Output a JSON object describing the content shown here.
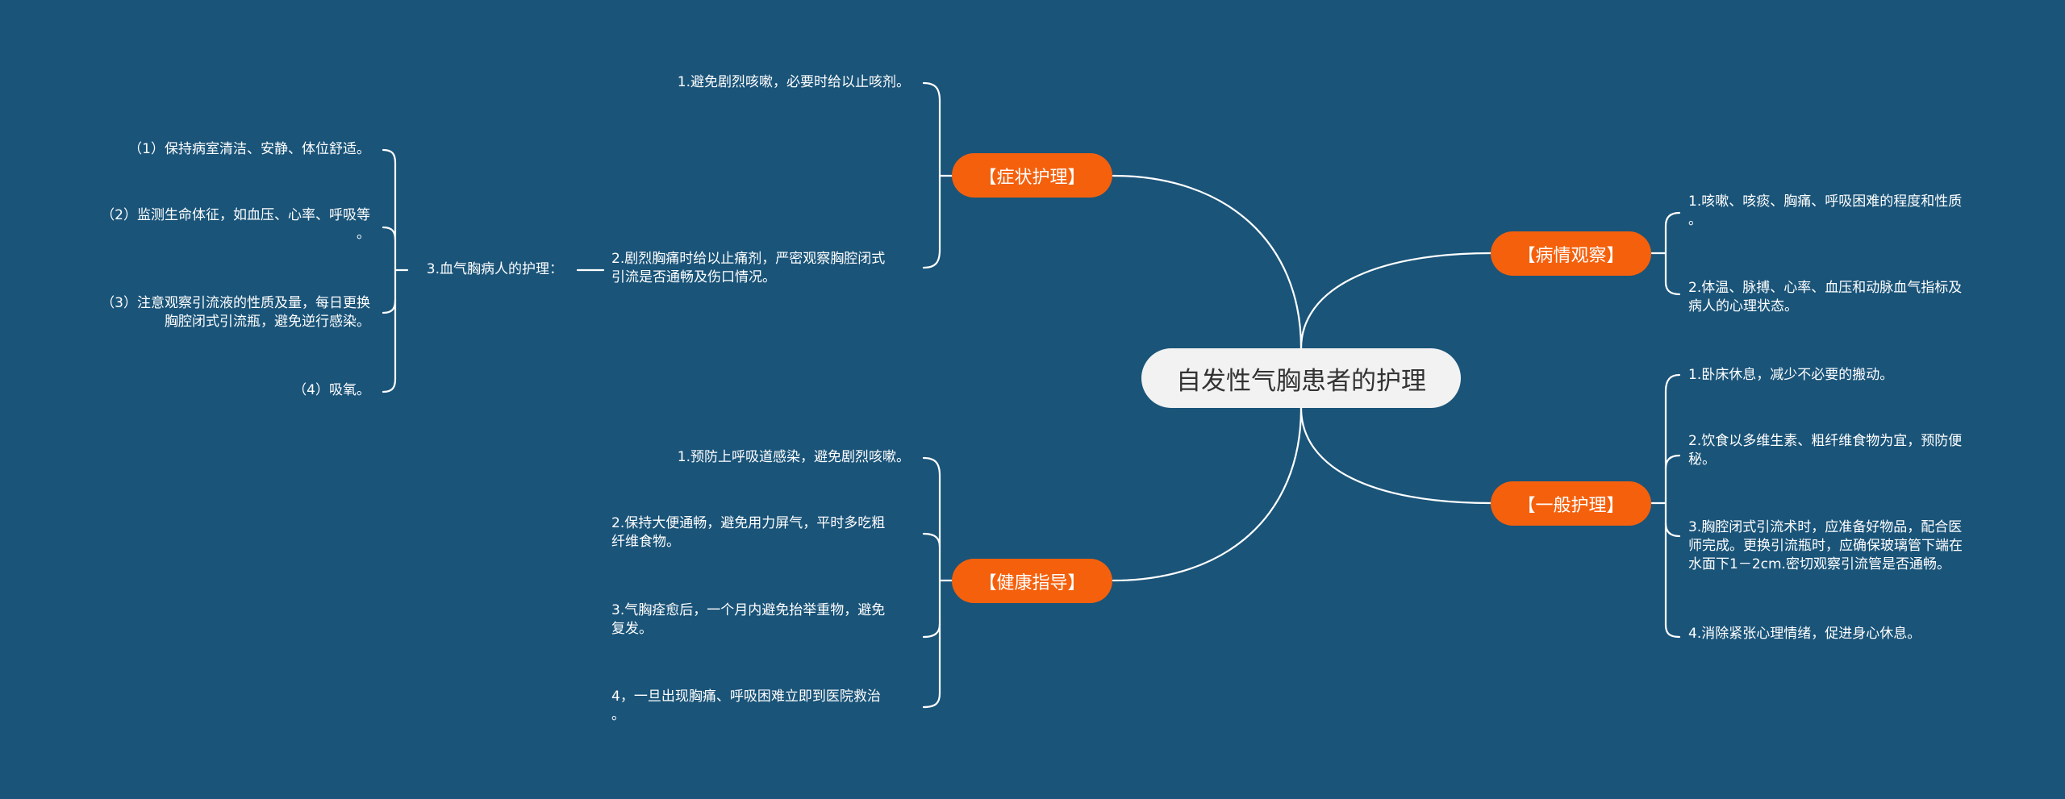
{
  "root": {
    "label": "自发性气胸患者的护理"
  },
  "branches": {
    "symptom": {
      "label": "【症状护理】",
      "items": [
        "1.避免剧烈咳嗽，必要时给以止咳剂。",
        "2.剧烈胸痛时给以止痛剂，严密观察胸腔闭式\n引流是否通畅及伤口情况。",
        "3.血气胸病人的护理："
      ],
      "subitems": [
        "（1）保持病室清洁、安静、体位舒适。",
        "（2）监测生命体征，如血压、心率、呼吸等\n。",
        "（3）注意观察引流液的性质及量，每日更换\n胸腔闭式引流瓶，避免逆行感染。",
        "（4）吸氧。"
      ]
    },
    "health": {
      "label": "【健康指导】",
      "items": [
        "1.预防上呼吸道感染，避免剧烈咳嗽。",
        "2.保持大便通畅，避免用力屏气，平时多吃粗\n纤维食物。",
        "3.气胸痊愈后，一个月内避免抬举重物，避免\n复发。",
        "4，一旦出现胸痛、呼吸困难立即到医院救治\n。"
      ]
    },
    "observe": {
      "label": "【病情观察】",
      "items": [
        "1.咳嗽、咳痰、胸痛、呼吸困难的程度和性质\n。",
        "2.体温、脉搏、心率、血压和动脉血气指标及\n病人的心理状态。"
      ]
    },
    "general": {
      "label": "【一般护理】",
      "items": [
        "1.卧床休息，减少不必要的搬动。",
        "2.饮食以多维生素、粗纤维食物为宜，预防便\n秘。",
        "3.胸腔闭式引流术时，应准备好物品，配合医\n师完成。更换引流瓶时，应确保玻璃管下端在\n水面下1－2cm.密切观察引流管是否通畅。",
        "4.消除紧张心理情绪，促进身心休息。"
      ]
    }
  },
  "colors": {
    "background": "#1a5479",
    "branch": "#f5600c",
    "root": "#f2f2f2",
    "line": "#ffffff"
  }
}
